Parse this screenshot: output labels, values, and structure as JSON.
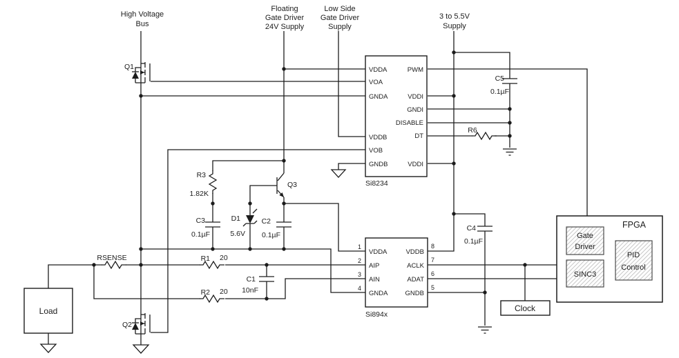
{
  "supply_labels": {
    "high_voltage": {
      "line1": "High Voltage",
      "line2": "Bus"
    },
    "floating": {
      "line1": "Floating",
      "line2": "Gate Driver",
      "line3": "24V Supply"
    },
    "low_side": {
      "line1": "Low Side",
      "line2": "Gate Driver",
      "line3": "Supply"
    },
    "logic": {
      "line1": "3 to 5.5V",
      "line2": "Supply"
    }
  },
  "si8234": {
    "label": "Si8234",
    "left_pins": [
      "VDDA",
      "VOA",
      "GNDA",
      "VDDB",
      "VOB",
      "GNDB"
    ],
    "right_pins": [
      "PWM",
      "VDDI",
      "GNDI",
      "DISABLE",
      "DT",
      "VDDI"
    ]
  },
  "si894x": {
    "label": "Si894x",
    "left_pins": [
      {
        "num": "1",
        "name": "VDDA"
      },
      {
        "num": "2",
        "name": "AIP"
      },
      {
        "num": "3",
        "name": "AIN"
      },
      {
        "num": "4",
        "name": "GNDA"
      }
    ],
    "right_pins": [
      {
        "num": "8",
        "name": "VDDB"
      },
      {
        "num": "7",
        "name": "ACLK"
      },
      {
        "num": "6",
        "name": "ADAT"
      },
      {
        "num": "5",
        "name": "GNDB"
      }
    ]
  },
  "fpga": {
    "label": "FPGA",
    "gate_driver": {
      "line1": "Gate",
      "line2": "Driver"
    },
    "pid_control": {
      "line1": "PID",
      "line2": "Control"
    },
    "sinc3": "SINC3"
  },
  "clock": {
    "label": "Clock"
  },
  "load": {
    "label": "Load"
  },
  "components": {
    "q1": "Q1",
    "q2": "Q2",
    "q3": "Q3",
    "rsense": "RSENSE",
    "r1": {
      "ref": "R1",
      "val": "20"
    },
    "r2": {
      "ref": "R2",
      "val": "20"
    },
    "r3": {
      "ref": "R3",
      "val": "1.82K"
    },
    "r6": {
      "ref": "R6"
    },
    "c1": {
      "ref": "C1",
      "val": "10nF"
    },
    "c2": {
      "ref": "C2",
      "val": "0.1µF"
    },
    "c3": {
      "ref": "C3",
      "val": "0.1µF"
    },
    "c4": {
      "ref": "C4",
      "val": "0.1µF"
    },
    "c5": {
      "ref": "C5",
      "val": "0.1µF"
    },
    "d1": {
      "ref": "D1",
      "val": "5.6V"
    }
  },
  "colors": {
    "line": "#1c1c1c",
    "hatch": "#c9c9c9",
    "background": "#ffffff"
  }
}
